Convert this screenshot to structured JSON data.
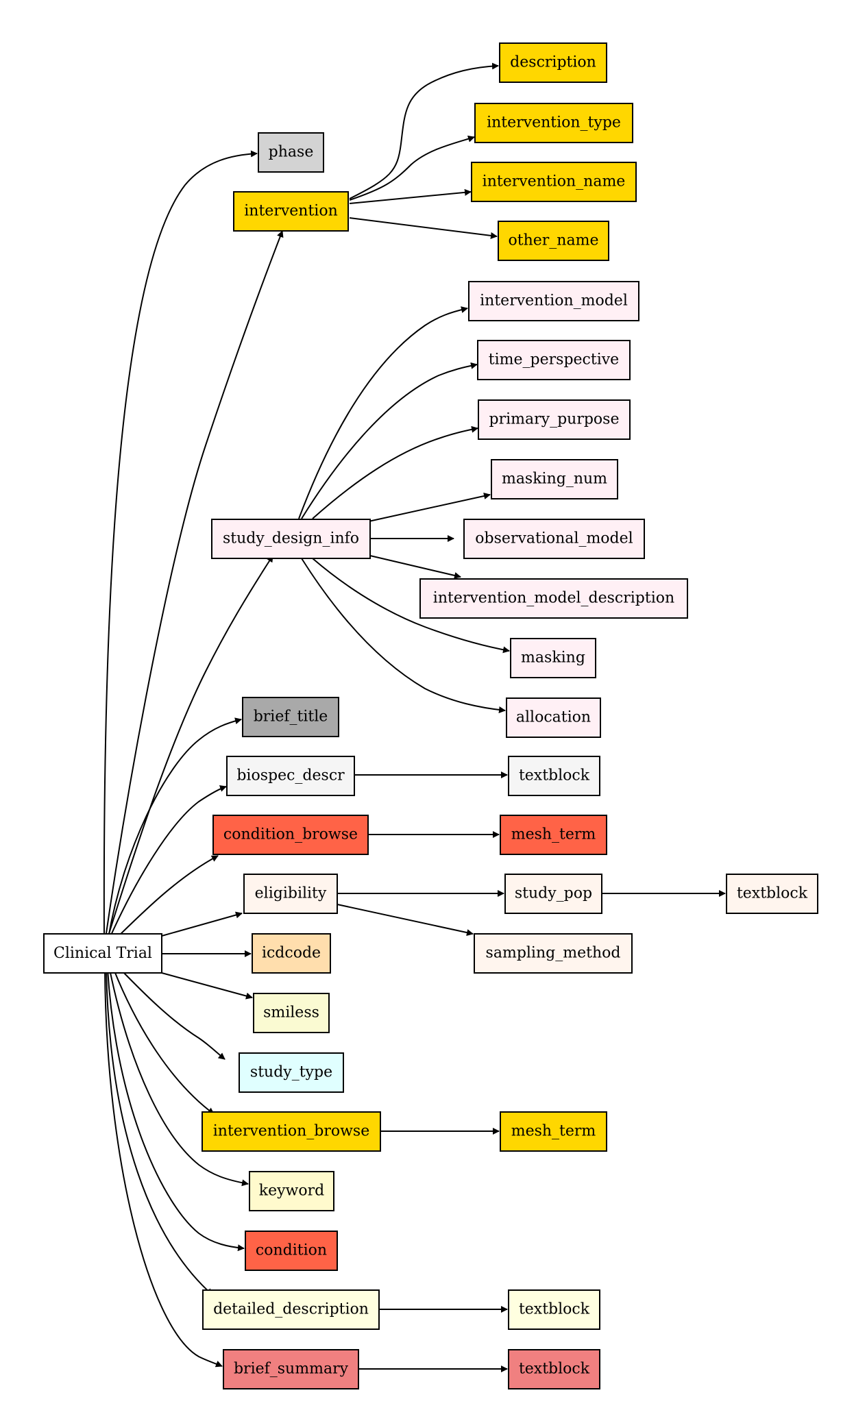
{
  "nodes": {
    "root": {
      "label": "Clinical Trial",
      "fill": "#ffffff"
    },
    "phase": {
      "label": "phase",
      "fill": "#d3d3d3"
    },
    "intervention": {
      "label": "intervention",
      "fill": "#ffd700"
    },
    "int_desc": {
      "label": "description",
      "fill": "#ffd700"
    },
    "int_type": {
      "label": "intervention_type",
      "fill": "#ffd700"
    },
    "int_name": {
      "label": "intervention_name",
      "fill": "#ffd700"
    },
    "int_other": {
      "label": "other_name",
      "fill": "#ffd700"
    },
    "sdi": {
      "label": "study_design_info",
      "fill": "#fff0f5"
    },
    "sdi_model": {
      "label": "intervention_model",
      "fill": "#fff0f5"
    },
    "sdi_time": {
      "label": "time_perspective",
      "fill": "#fff0f5"
    },
    "sdi_purpose": {
      "label": "primary_purpose",
      "fill": "#fff0f5"
    },
    "sdi_masknum": {
      "label": "masking_num",
      "fill": "#fff0f5"
    },
    "sdi_obs": {
      "label": "observational_model",
      "fill": "#fff0f5"
    },
    "sdi_imdesc": {
      "label": "intervention_model_description",
      "fill": "#fff0f5"
    },
    "sdi_mask": {
      "label": "masking",
      "fill": "#fff0f5"
    },
    "sdi_alloc": {
      "label": "allocation",
      "fill": "#fff0f5"
    },
    "brief_title": {
      "label": "brief_title",
      "fill": "#a9a9a9"
    },
    "biospec": {
      "label": "biospec_descr",
      "fill": "#f5f5f5"
    },
    "biospec_tb": {
      "label": "textblock",
      "fill": "#f5f5f5"
    },
    "cond_browse": {
      "label": "condition_browse",
      "fill": "#ff6347"
    },
    "cond_mesh": {
      "label": "mesh_term",
      "fill": "#ff6347"
    },
    "elig": {
      "label": "eligibility",
      "fill": "#fff5ee"
    },
    "elig_pop": {
      "label": "study_pop",
      "fill": "#fff5ee"
    },
    "elig_pop_tb": {
      "label": "textblock",
      "fill": "#fff5ee"
    },
    "elig_samp": {
      "label": "sampling_method",
      "fill": "#fff5ee"
    },
    "icdcode": {
      "label": "icdcode",
      "fill": "#ffdead"
    },
    "smiless": {
      "label": "smiless",
      "fill": "#fafad2"
    },
    "study_type": {
      "label": "study_type",
      "fill": "#e0ffff"
    },
    "int_browse": {
      "label": "intervention_browse",
      "fill": "#ffd700"
    },
    "int_mesh": {
      "label": "mesh_term",
      "fill": "#ffd700"
    },
    "keyword": {
      "label": "keyword",
      "fill": "#fffacd"
    },
    "condition": {
      "label": "condition",
      "fill": "#ff6347"
    },
    "det_desc": {
      "label": "detailed_description",
      "fill": "#ffffe0"
    },
    "det_desc_tb": {
      "label": "textblock",
      "fill": "#ffffe0"
    },
    "brief_sum": {
      "label": "brief_summary",
      "fill": "#f08080"
    },
    "brief_sum_tb": {
      "label": "textblock",
      "fill": "#f08080"
    }
  },
  "edges": [
    [
      "root",
      "phase"
    ],
    [
      "root",
      "intervention"
    ],
    [
      "root",
      "sdi"
    ],
    [
      "root",
      "brief_title"
    ],
    [
      "root",
      "biospec"
    ],
    [
      "root",
      "cond_browse"
    ],
    [
      "root",
      "elig"
    ],
    [
      "root",
      "icdcode"
    ],
    [
      "root",
      "smiless"
    ],
    [
      "root",
      "study_type"
    ],
    [
      "root",
      "int_browse"
    ],
    [
      "root",
      "keyword"
    ],
    [
      "root",
      "condition"
    ],
    [
      "root",
      "det_desc"
    ],
    [
      "root",
      "brief_sum"
    ],
    [
      "intervention",
      "int_desc"
    ],
    [
      "intervention",
      "int_type"
    ],
    [
      "intervention",
      "int_name"
    ],
    [
      "intervention",
      "int_other"
    ],
    [
      "sdi",
      "sdi_model"
    ],
    [
      "sdi",
      "sdi_time"
    ],
    [
      "sdi",
      "sdi_purpose"
    ],
    [
      "sdi",
      "sdi_masknum"
    ],
    [
      "sdi",
      "sdi_obs"
    ],
    [
      "sdi",
      "sdi_imdesc"
    ],
    [
      "sdi",
      "sdi_mask"
    ],
    [
      "sdi",
      "sdi_alloc"
    ],
    [
      "biospec",
      "biospec_tb"
    ],
    [
      "cond_browse",
      "cond_mesh"
    ],
    [
      "elig",
      "elig_pop"
    ],
    [
      "elig",
      "elig_samp"
    ],
    [
      "elig_pop",
      "elig_pop_tb"
    ],
    [
      "int_browse",
      "int_mesh"
    ],
    [
      "det_desc",
      "det_desc_tb"
    ],
    [
      "brief_sum",
      "brief_sum_tb"
    ]
  ]
}
